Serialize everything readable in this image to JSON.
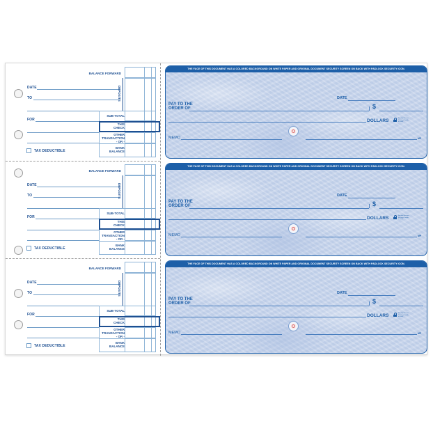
{
  "colors": {
    "brand_blue": "#1d5fa8",
    "stub_text": "#1d4f91",
    "stub_line": "#6f9cc7",
    "ledger_border": "#8db3d6",
    "check_background": "#c9d6ec",
    "perforation": "#9a9a9a"
  },
  "stub": {
    "balance_forward": "BALANCE FORWARD",
    "deposits": "DEPOSITS",
    "date": "DATE",
    "to": "TO",
    "for": "FOR",
    "sub_total": "SUB-TOTAL",
    "this_check": [
      "THIS",
      "CHECK"
    ],
    "other_transaction": [
      "OTHER",
      "TRANSACTION",
      "- OR -"
    ],
    "bank_balance": [
      "BANK",
      "BALANCE"
    ],
    "tax_deductible": "TAX DEDUCTIBLE"
  },
  "check": {
    "banner": "THE FACE OF THIS DOCUMENT HAS A COLORED BACKGROUND ON WHITE PAPER AND ORIGINAL DOCUMENT SECURITY SCREEN ON BACK WITH PADLOCK SECURITY ICON.",
    "date": "DATE",
    "pay_to_line1": "PAY TO THE",
    "pay_to_line2": "ORDER OF",
    "dollar_sign": "$",
    "dollars": "DOLLARS",
    "memo": "MEMO",
    "padlock_text": [
      "Security Features",
      "Included. Details",
      "on back."
    ],
    "mp_mark": "MP"
  },
  "sections": [
    {
      "index": 1
    },
    {
      "index": 2
    },
    {
      "index": 3
    }
  ]
}
